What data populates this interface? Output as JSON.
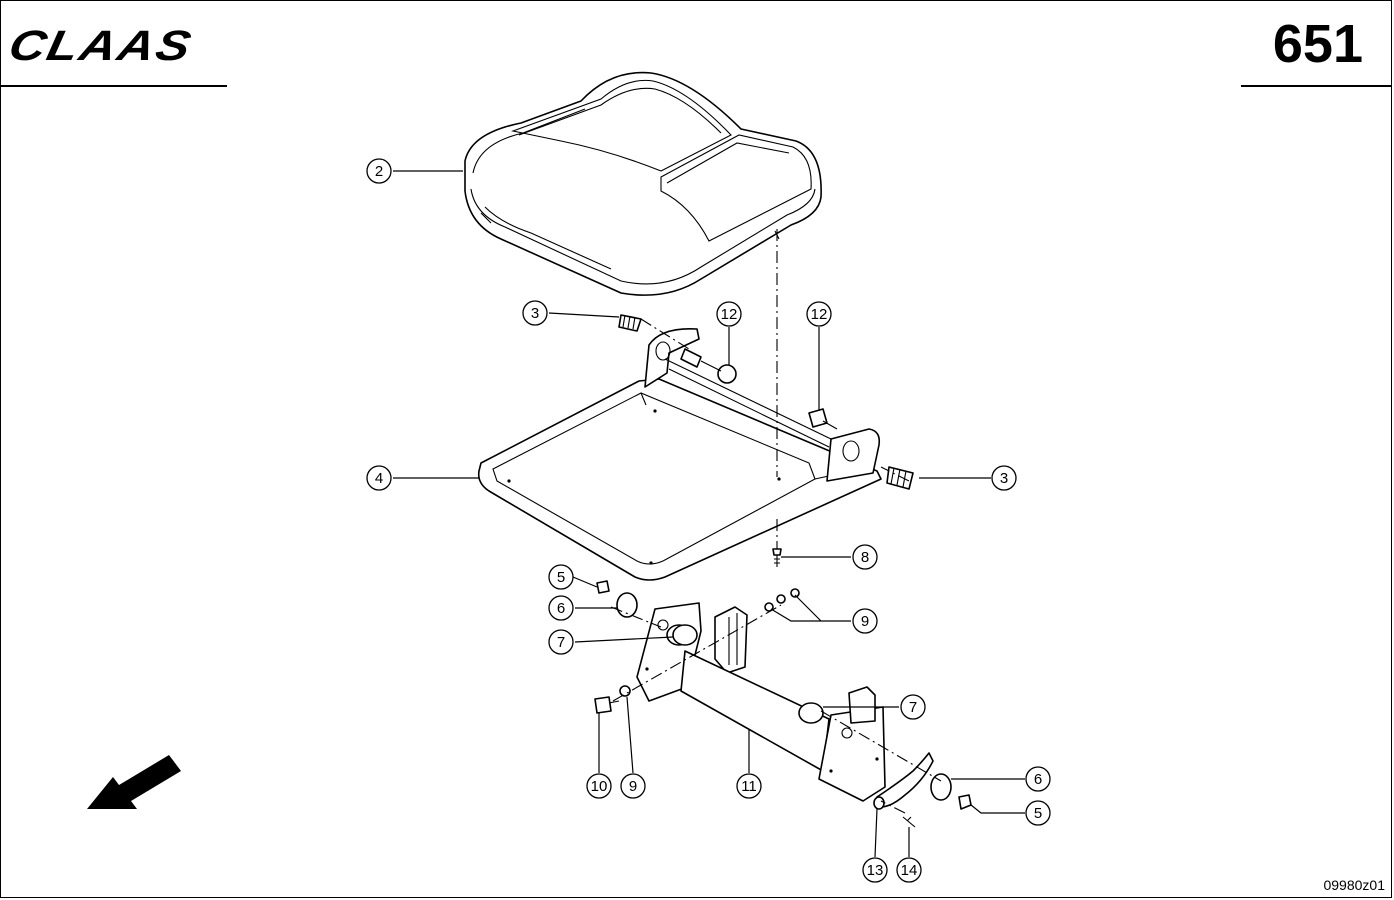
{
  "header": {
    "brand": "CLAAS",
    "page_number": "651"
  },
  "footer": {
    "drawing_ref": "09980z01"
  },
  "callouts": [
    "2",
    "3",
    "12",
    "12",
    "4",
    "3",
    "8",
    "5",
    "6",
    "7",
    "9",
    "7",
    "10",
    "9",
    "11",
    "6",
    "5",
    "13",
    "14"
  ],
  "icons": {
    "direction": "direction-arrow-icon"
  }
}
